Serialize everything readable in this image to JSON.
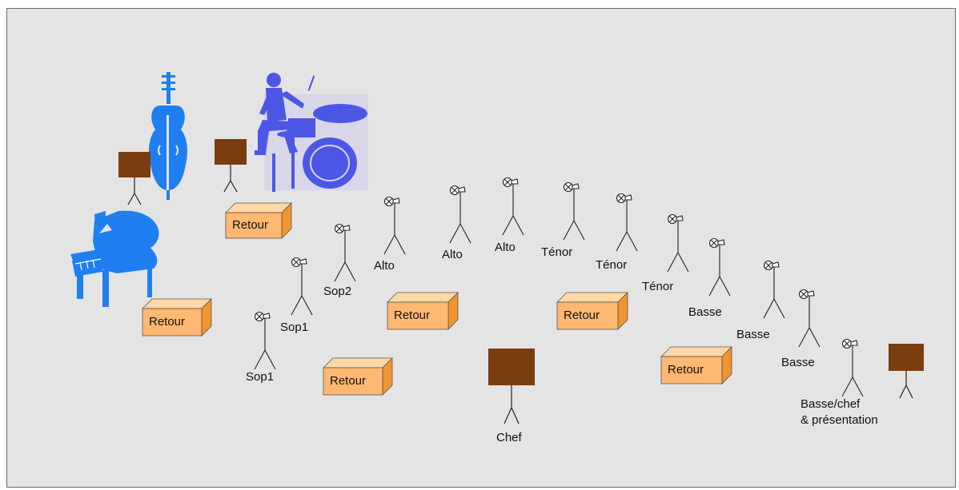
{
  "colors": {
    "background": "#e4e4e4",
    "retour_front": "#ffb871",
    "retour_side": "#f1952e",
    "retour_top": "#ffd8a6",
    "stand": "#7a3d0f",
    "instrument_blue": "#1f7ff0",
    "drummer_blue": "#4d57e6"
  },
  "icons": [
    "double-bass-icon",
    "drummer-icon",
    "grand-piano-icon",
    "microphone-stand-icon",
    "music-stand-icon",
    "monitor-speaker-icon"
  ],
  "retour_label": "Retour",
  "singers": [
    {
      "id": "sop1-a",
      "label": "Sop1"
    },
    {
      "id": "sop1-b",
      "label": "Sop1"
    },
    {
      "id": "sop2",
      "label": "Sop2"
    },
    {
      "id": "alto-1",
      "label": "Alto"
    },
    {
      "id": "alto-2",
      "label": "Alto"
    },
    {
      "id": "alto-3",
      "label": "Alto"
    },
    {
      "id": "tenor-1",
      "label": "Ténor"
    },
    {
      "id": "tenor-2",
      "label": "Ténor"
    },
    {
      "id": "tenor-3",
      "label": "Ténor"
    },
    {
      "id": "basse-1",
      "label": "Basse"
    },
    {
      "id": "basse-2",
      "label": "Basse"
    },
    {
      "id": "basse-3",
      "label": "Basse"
    },
    {
      "id": "basse-chef",
      "label": "Basse/chef",
      "label2": "& présentation"
    }
  ],
  "conductor": {
    "label": "Chef"
  }
}
